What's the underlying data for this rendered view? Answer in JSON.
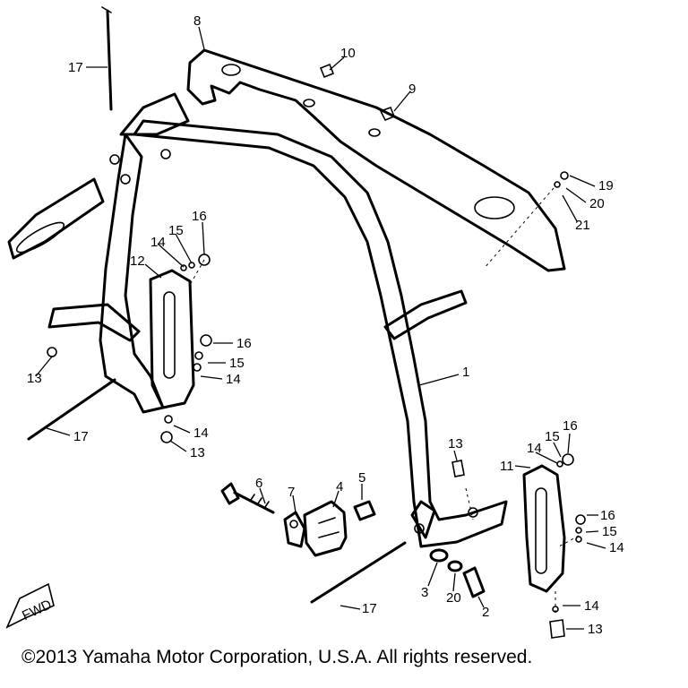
{
  "diagram": {
    "callouts": [
      "1",
      "2",
      "3",
      "4",
      "5",
      "6",
      "7",
      "8",
      "9",
      "10",
      "11",
      "12",
      "13",
      "14",
      "15",
      "16",
      "17",
      "19",
      "20",
      "21"
    ],
    "fwd_label": "FWD"
  },
  "footer": {
    "copyright": "©2013 Yamaha Motor Corporation, U.S.A. All rights reserved."
  }
}
